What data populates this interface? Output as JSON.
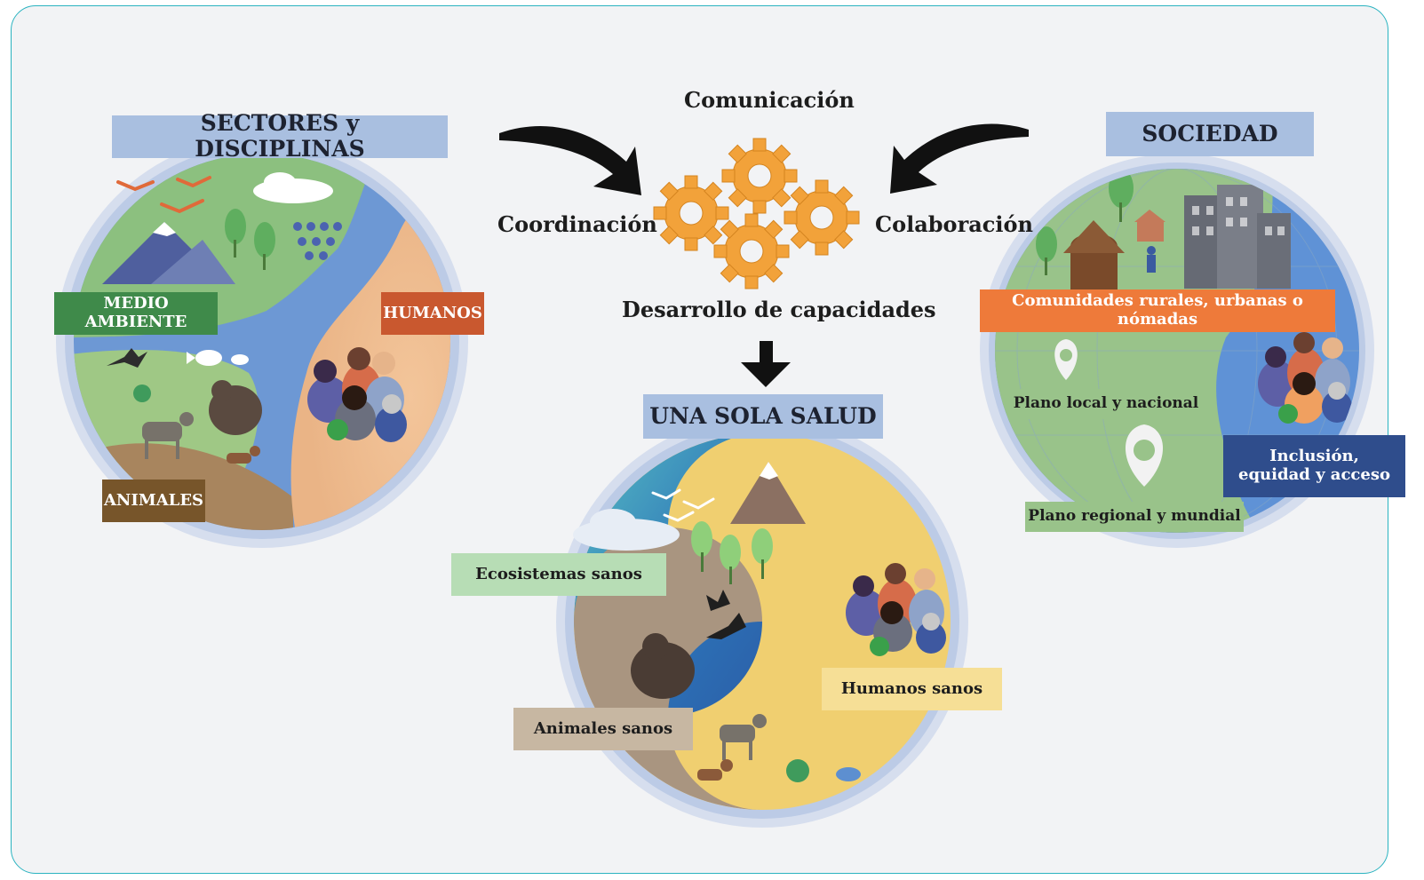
{
  "center": {
    "communication": "Comunicación",
    "coordination": "Coordinación",
    "collaboration": "Colaboración",
    "capacity": "Desarrollo de capacidades"
  },
  "left": {
    "title": "SECTORES y DISCIPLINAS",
    "environment": "MEDIO AMBIENTE",
    "humans": "HUMANOS",
    "animals": "ANIMALES"
  },
  "right": {
    "title": "SOCIEDAD",
    "communities": "Comunidades rurales, urbanas o nómadas",
    "local": "Plano local y nacional",
    "regional": "Plano regional y mundial",
    "inclusion": "Inclusión, equidad y acceso"
  },
  "bottom": {
    "title": "UNA SOLA SALUD",
    "ecosystems": "Ecosistemas sanos",
    "animals": "Animales sanos",
    "humans": "Humanos sanos"
  },
  "colors": {
    "header_bg": "#a9bfe0",
    "environment_bg": "#3f8a4a",
    "humans_bg": "#c9582f",
    "animals_bg": "#77552a",
    "communities_bg": "#ee7a3a",
    "inclusion_bg": "#2f4d8c",
    "ecosystems_bg": "#b7ddb5",
    "animals_sanos_bg": "#c7b7a2",
    "humans_sanos_bg": "#f6df96",
    "gear": "#f2a23a",
    "frame_border": "#2bb3c0"
  }
}
